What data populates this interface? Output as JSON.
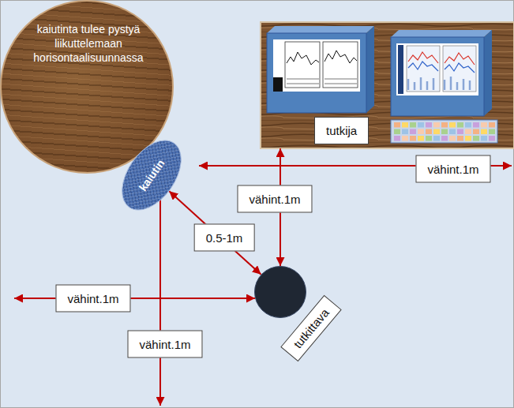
{
  "diagram": {
    "nodes": [
      {
        "text": [
          "kaiutinta tulee pystyä liikuttelemaan horisontaalisuunnassa"
        ]
      },
      {
        "text": [
          "tutkija"
        ]
      },
      {
        "text": [
          "kaiutin"
        ]
      },
      {
        "text": [
          "tutkittava"
        ]
      }
    ],
    "edges": [
      {
        "from": 2,
        "to": 3,
        "label": "0.5-1m",
        "arrow": "both"
      },
      {
        "from": 1,
        "to": 3,
        "label": "vähint.1m",
        "arrow": "both"
      }
    ],
    "labels": [
      "vähint.1m",
      "vähint.1m",
      "vähint.1m"
    ]
  }
}
